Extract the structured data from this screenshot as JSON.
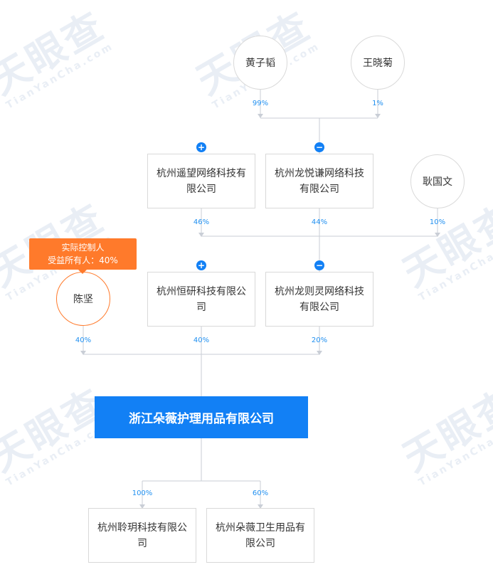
{
  "watermark": {
    "brand": "天眼查",
    "domain": "TianYanCha.com"
  },
  "persons": {
    "huang": "黄子韬",
    "wang": "王晓菊",
    "geng": "耿国文",
    "chen": "陈坚"
  },
  "companies": {
    "yaowang": "杭州遥望网络科技有限公司",
    "longyue": "杭州龙悦谦网络科技有限公司",
    "hengyan": "杭州恒研科技有限公司",
    "longze": "杭州龙则灵网络科技有限公司",
    "main": "浙江朵薇护理用品有限公司",
    "lingyue": "杭州聆玥科技有限公司",
    "duowei": "杭州朵薇卫生用品有限公司"
  },
  "controller_tag": {
    "line1": "实际控制人",
    "line2": "受益所有人：40%"
  },
  "percentages": {
    "huang_to_longyue": "99%",
    "wang_to_longyue": "1%",
    "yaowang_to_longze": "46%",
    "longyue_to_longze": "44%",
    "geng_to_longze": "10%",
    "chen_to_main": "40%",
    "hengyan_to_main": "40%",
    "longze_to_main": "20%",
    "main_to_lingyue": "100%",
    "main_to_duowei": "60%"
  },
  "toggles": {
    "plus": "+",
    "minus": "−"
  },
  "colors": {
    "primary": "#1280f5",
    "accent": "#ff7a2b",
    "line": "#c9ced6",
    "percent": "#1f8ff0"
  }
}
